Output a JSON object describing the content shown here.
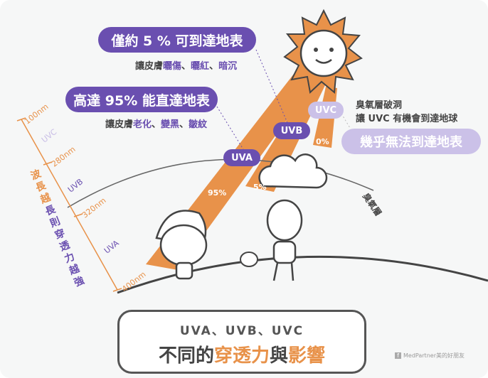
{
  "top_callout": {
    "title": "僅約 5 % 可到達地表",
    "effects_prefix": "讓皮膚",
    "effects": [
      "曬傷",
      "曬紅",
      "暗沉"
    ],
    "sep": "、"
  },
  "mid_callout": {
    "title": "高達 95% 能直達地表",
    "effects_prefix": "讓皮膚",
    "effects": [
      "老化",
      "變黑",
      "皺紋"
    ],
    "sep": "、"
  },
  "uvc_note": {
    "line1": "臭氧層破洞",
    "line2": "讓 UVC 有機會到達地球",
    "badge": "幾乎無法到達地表"
  },
  "beams": [
    {
      "label": "UVA",
      "percent": "95%"
    },
    {
      "label": "UVB",
      "percent": "5%"
    },
    {
      "label": "UVC",
      "percent": "0%"
    }
  ],
  "scale": {
    "ticks": [
      "100nm",
      "280nm",
      "320nm",
      "400nm"
    ],
    "bands": [
      "UVC",
      "UVB",
      "UVA"
    ],
    "caption_orange": "波長越",
    "caption_purple": "長則穿透力越強"
  },
  "ozone_label": "臭氧層",
  "footer": {
    "subtitle": "UVA、UVB、UVC",
    "title_a": "不同的",
    "title_b": "穿透力",
    "title_c": "與",
    "title_d": "影響"
  },
  "watermark": "MedPartner美的好朋友",
  "colors": {
    "purple": "#6a4fb0",
    "light_purple": "#cbc1e8",
    "orange": "#e8924a"
  }
}
